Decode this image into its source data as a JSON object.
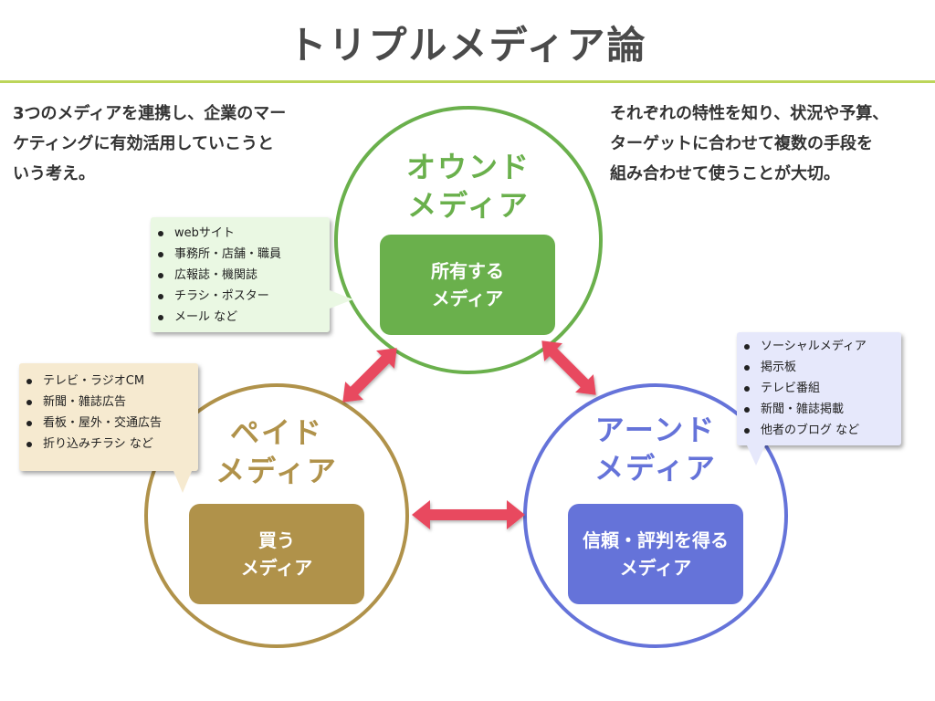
{
  "title": "トリプルメディア論",
  "description_left": [
    "3つのメディアを連携し、企業のマー",
    "ケティングに有効活用していこうと",
    "いう考え。"
  ],
  "description_right": [
    "それぞれの特性を知り、状況や予算、",
    "ターゲットに合わせて複数の手段を",
    "組み合わせて使うことが大切。"
  ],
  "owned": {
    "name_lines": [
      "オウンド",
      "メディア"
    ],
    "box_lines": [
      "所有する",
      "メディア"
    ],
    "examples": [
      "webサイト",
      "事務所・店舗・職員",
      "広報誌・機関誌",
      "チラシ・ポスター",
      "メール など"
    ],
    "color": "#6ab04c",
    "callout_bg": "#eaf8e3"
  },
  "paid": {
    "name_lines": [
      "ペイド",
      "メディア"
    ],
    "box_lines": [
      "買う",
      "メディア"
    ],
    "examples": [
      "テレビ・ラジオCM",
      "新聞・雑誌広告",
      "看板・屋外・交通広告",
      "折り込みチラシ など"
    ],
    "color": "#b0924a",
    "callout_bg": "#f6ead0"
  },
  "earned": {
    "name_lines": [
      "アーンド",
      "メディア"
    ],
    "box_lines": [
      "信頼・評判を得る",
      "メディア"
    ],
    "examples": [
      "ソーシャルメディア",
      "掲示板",
      "テレビ番組",
      "新聞・雑誌掲載",
      "他者のブログ など"
    ],
    "color": "#6573d9",
    "callout_bg": "#e6e8fb"
  },
  "arrow_color": "#e84a5f",
  "text_color": "#333333",
  "line_color": "#bcd55a"
}
